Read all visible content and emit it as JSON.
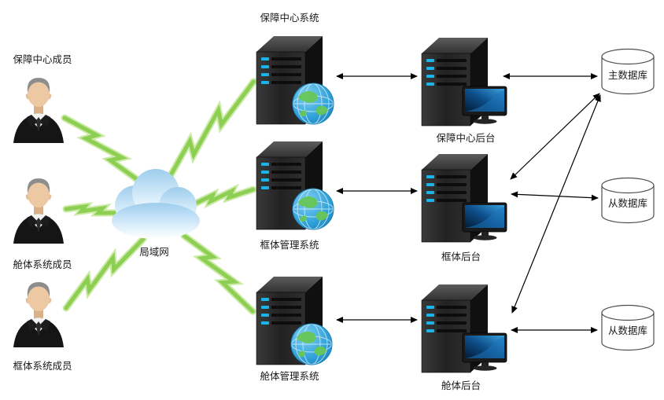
{
  "members": [
    {
      "label": "保障中心成员"
    },
    {
      "label": "舱体系统成员"
    },
    {
      "label": "框体系统成员"
    }
  ],
  "network": {
    "label": "局域网"
  },
  "systems": [
    {
      "label": "保障中心系统"
    },
    {
      "label": "框体管理系统"
    },
    {
      "label": "舱体管理系统"
    }
  ],
  "backends": [
    {
      "label": "保障中心后台"
    },
    {
      "label": "框体后台"
    },
    {
      "label": "舱体后台"
    }
  ],
  "databases": [
    {
      "label": "主数据库"
    },
    {
      "label": "从数据库"
    },
    {
      "label": "从数据库"
    }
  ],
  "colors": {
    "bolt_green": "#8ccf52",
    "led_blue": "#19b5ea",
    "cloud_blue": "#9ecdec",
    "globe_blue": "#2d9fd8",
    "globe_land_green": "#67c657",
    "connector_black": "#000000",
    "database_fill": "#ffffff"
  }
}
